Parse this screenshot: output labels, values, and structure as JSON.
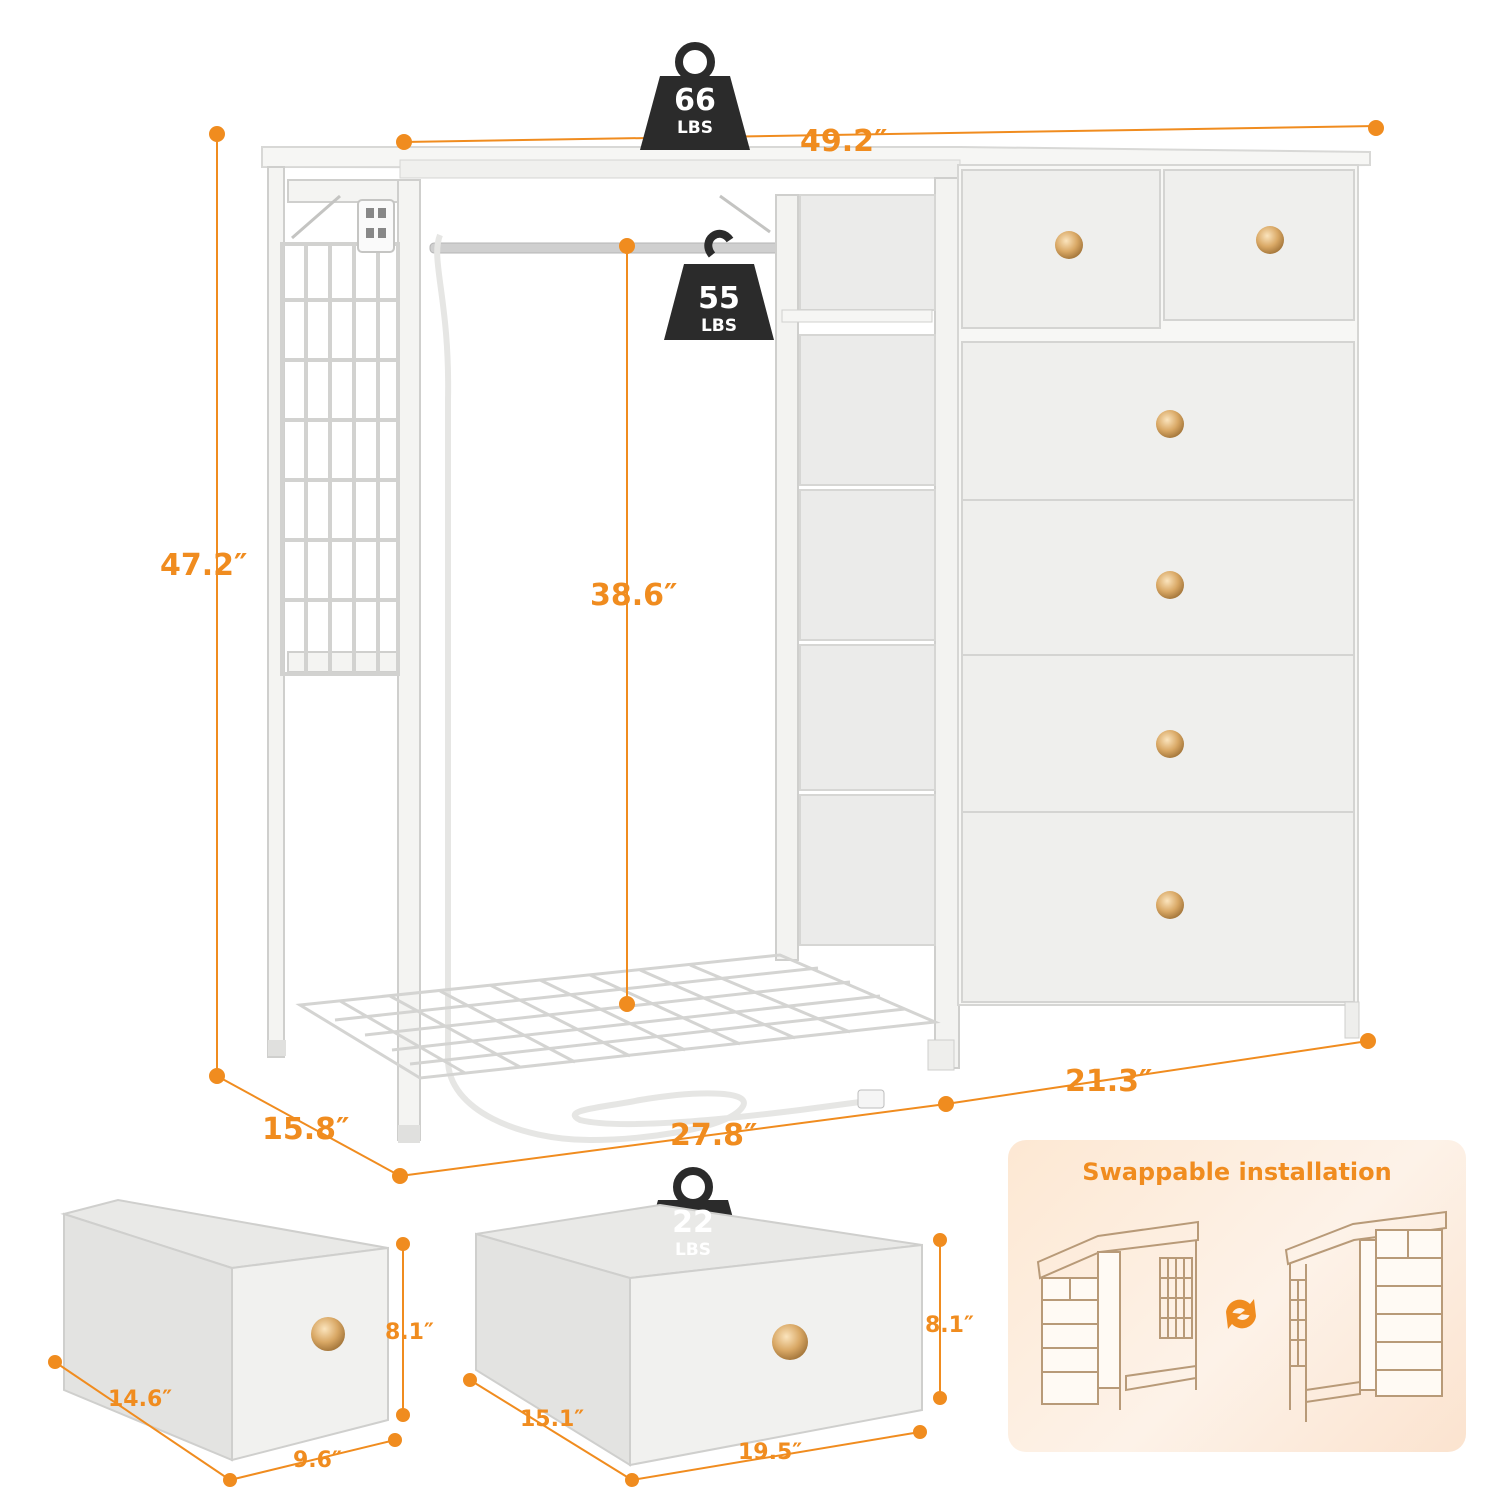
{
  "colors": {
    "accent": "#f08c1f",
    "weight_badge": "#2b2b2b",
    "furniture": "#f3f3f1",
    "knob": "#d9a865"
  },
  "dimensions": {
    "width": "49.2″",
    "height": "47.2″",
    "depth": "15.8″",
    "rod_height": "38.6″",
    "open_width": "27.8″",
    "dresser_width": "21.3″"
  },
  "weights": {
    "top": {
      "value": "66",
      "unit": "LBS"
    },
    "rod": {
      "value": "55",
      "unit": "LBS"
    },
    "large_drawer": {
      "value": "22",
      "unit": "LBS"
    }
  },
  "small_drawer": {
    "height": "8.1″",
    "depth": "14.6″",
    "width": "9.6″"
  },
  "large_drawer": {
    "height": "8.1″",
    "depth": "15.1″",
    "width": "19.5″"
  },
  "swap_panel": {
    "title": "Swappable installation",
    "icon": "swap-arrows-icon"
  }
}
